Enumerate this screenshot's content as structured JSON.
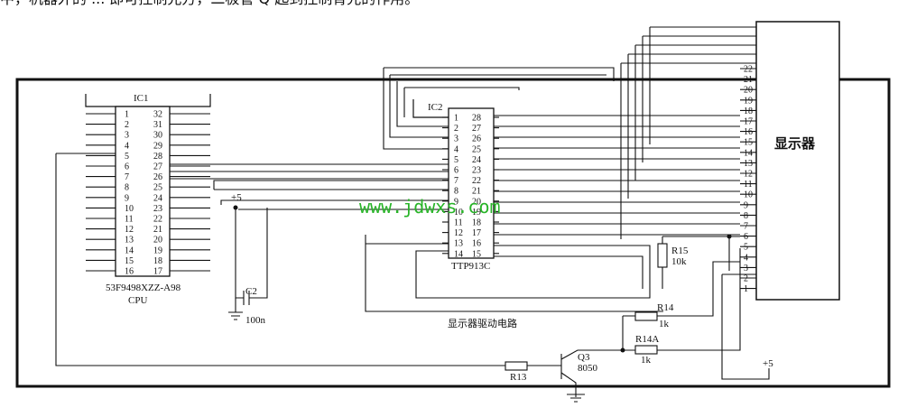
{
  "top_text": "中，机器外的 ... 即可控制兄方，二极管 Q 起到控制背光的作用。",
  "watermark": "www.jdwxs.com",
  "ic1": {
    "label": "IC1",
    "part": "53F9498XZZ-A98",
    "name": "CPU",
    "left_pins": [
      "1",
      "2",
      "3",
      "4",
      "5",
      "6",
      "7",
      "8",
      "9",
      "10",
      "11",
      "12",
      "13",
      "14",
      "15",
      "16"
    ],
    "right_pins": [
      "32",
      "31",
      "30",
      "29",
      "28",
      "27",
      "26",
      "25",
      "24",
      "23",
      "22",
      "21",
      "20",
      "19",
      "18",
      "17"
    ]
  },
  "ic2": {
    "label": "IC2",
    "name": "TTP913C",
    "left_pins": [
      "1",
      "2",
      "3",
      "4",
      "5",
      "6",
      "7",
      "8",
      "9",
      "10",
      "11",
      "12",
      "13",
      "14"
    ],
    "right_pins": [
      "28",
      "27",
      "26",
      "25",
      "24",
      "23",
      "22",
      "21",
      "20",
      "19",
      "18",
      "17",
      "16",
      "15"
    ]
  },
  "display": {
    "label": "显示器",
    "pins": [
      "22",
      "21",
      "20",
      "19",
      "18",
      "17",
      "16",
      "15",
      "14",
      "13",
      "12",
      "11",
      "10",
      "9",
      "8",
      "7",
      "6",
      "5",
      "4",
      "3",
      "2",
      "1"
    ]
  },
  "components": {
    "r15": {
      "name": "R15",
      "value": "10k"
    },
    "r14": {
      "name": "R14",
      "value": "1k"
    },
    "r14a": {
      "name": "R14A",
      "value": "1k"
    },
    "r13": {
      "name": "R13"
    },
    "c2": {
      "name": "C2",
      "value": "100n"
    },
    "q3": {
      "name": "Q3",
      "value": "8050"
    },
    "vcc_left": "+5",
    "vcc_right": "+5"
  },
  "caption": "显示器驱动电路"
}
